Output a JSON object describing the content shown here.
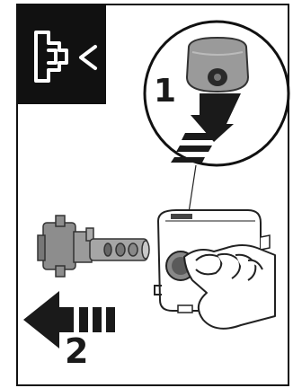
{
  "steps": {
    "step1": "1",
    "step2": "2"
  },
  "icons": {
    "badge": "remove-cartridge-icon",
    "push": "push-up-arrow-icon",
    "pull": "pull-left-arrow-icon",
    "device": "cartridge-device",
    "part": "removed-cartridge"
  },
  "colors": {
    "badge_bg": "#111111",
    "arrow": "#1a1a1a",
    "gray": "#7a7a7a",
    "light": "#cfcfcf"
  }
}
